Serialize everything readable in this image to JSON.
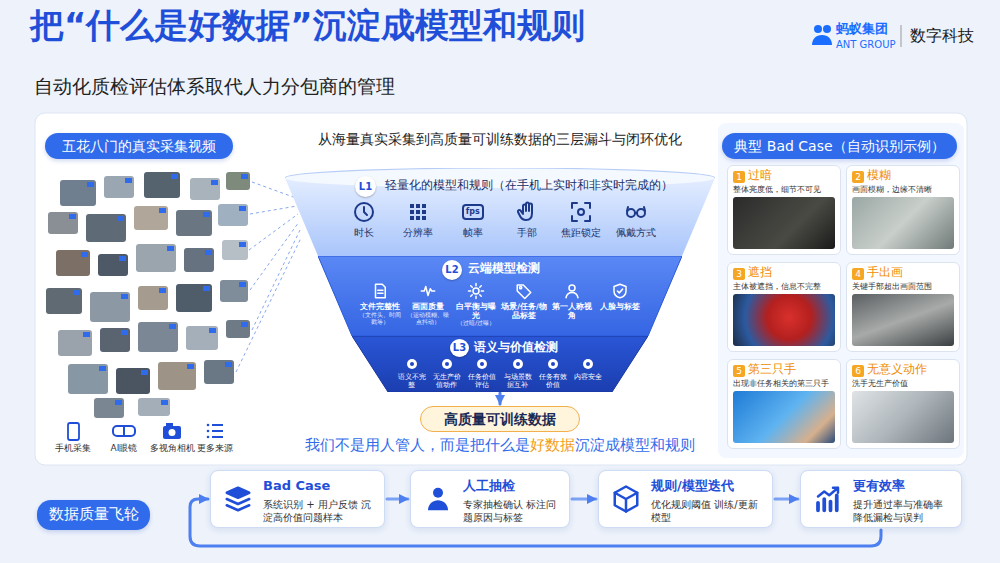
{
  "diagram": {
    "title": "把“什么是好数据”沉淀成模型和规则",
    "nodes": [
      {
        "text": [
          "五花八门的真实采集视频"
        ]
      },
      {
        "text": [
          "轻量化的模型和规则（在手机上实时和非实时完成的）",
          "时长",
          "分辨率",
          "帧率",
          "手部",
          "焦距锁定",
          "佩戴方式"
        ]
      },
      {
        "text": [
          "L1"
        ],
        "in": 1
      },
      {
        "text": [
          "云端模型检测",
          "文件完整性",
          "（文件头、时间戳等）",
          "画面质量",
          "（运动模糊、噪点抖动）",
          "白平衡与曝光",
          "（过暗/过曝）",
          "场景/任务/物品标签",
          "第一人称视角",
          "人脸与标签"
        ]
      },
      {
        "text": [
          "L2"
        ],
        "in": 3
      },
      {
        "text": [
          "语义与价值检测",
          "语义不完整",
          "无生产价值动作",
          "任务价值评估",
          "与场景数据互补",
          "任务有效价值",
          "内容安全"
        ]
      },
      {
        "text": [
          "L3"
        ],
        "in": 5
      },
      {
        "text": [
          "高质量可训练数据"
        ]
      },
      {
        "text": [
          "典型 Bad Case（自动识别示例）"
        ]
      },
      {
        "text": [
          "1",
          "过暗",
          "整体亮度低，细节不可见"
        ]
      },
      {
        "text": [
          "2",
          "模糊",
          "画面模糊，边缘不清晰"
        ]
      },
      {
        "text": [
          "3",
          "遮挡",
          "主体被遮挡，信息不完整"
        ]
      },
      {
        "text": [
          "4",
          "手出画",
          "关键手部超出画面范围"
        ]
      },
      {
        "text": [
          "5",
          "第三只手",
          "出现非任务相关的第三只手"
        ]
      },
      {
        "text": [
          "6",
          "无意义动作",
          "洗手无生产价值"
        ]
      },
      {
        "text": [
          "数据质量飞轮"
        ]
      },
      {
        "text": [
          "Bad Case",
          "系统识别 + 用户反馈 沉淀高价值问题样本"
        ]
      },
      {
        "text": [
          "人工抽检",
          "专家抽检确认 标注问题原因与标签"
        ]
      },
      {
        "text": [
          "规则/模型迭代",
          "优化规则阈值 训练/更新模型"
        ]
      },
      {
        "text": [
          "更有效率",
          "提升通过率与准确率 降低漏检与误判"
        ]
      }
    ],
    "edges": [
      {
        "from": 5,
        "to": 7,
        "arrow": "to"
      },
      {
        "from": 16,
        "to": 17,
        "arrow": "to"
      },
      {
        "from": 17,
        "to": 18,
        "arrow": "to"
      },
      {
        "from": 18,
        "to": 19,
        "arrow": "to"
      },
      {
        "from": 19,
        "to": 16,
        "arrow": "to"
      }
    ],
    "labels": [
      "蚂蚁集团",
      "ANT GROUP",
      "数字科技",
      "自动化质检评估体系取代人力分包商的管理",
      "从海量真实采集到高质量可训练数据的三层漏斗与闭环优化",
      "fps",
      "手机采集",
      "AI眼镜",
      "多视角相机",
      "更多来源",
      "我们不是用人管人，而是把什么是",
      "好数据",
      "沉淀成模型和规则"
    ]
  }
}
